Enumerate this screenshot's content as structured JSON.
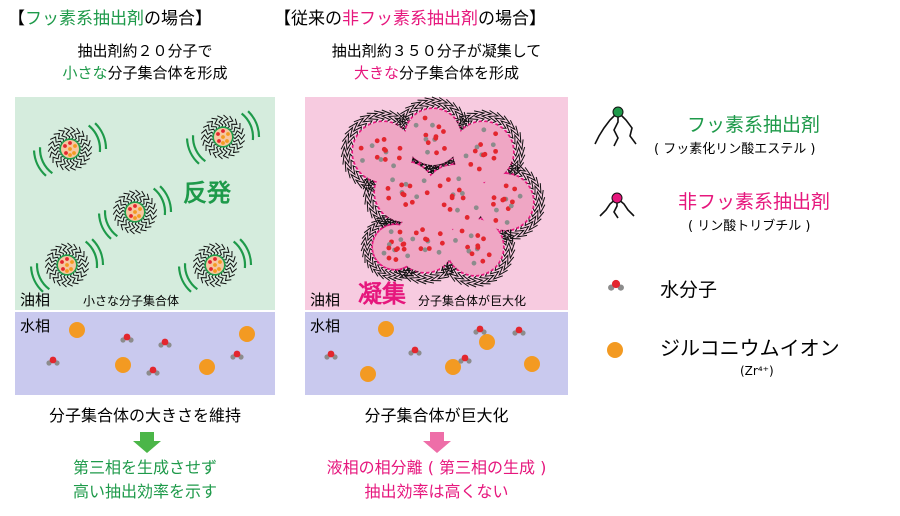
{
  "header": {
    "left": {
      "open": "【",
      "highlight": "フッ素系抽出剤",
      "rest": "の場合】"
    },
    "right": {
      "open": "【従来の",
      "highlight": "非フッ素系抽出剤",
      "rest": "の場合】"
    }
  },
  "left_panel": {
    "subtitle_line1": "抽出剤約２０分子で",
    "subtitle_line2_highlight": "小さな",
    "subtitle_line2_rest": "分子集合体を形成",
    "effect_label": "反発",
    "oil_label": "油相",
    "cluster_label": "小さな分子集合体",
    "water_label": "水相",
    "result": "分子集合体の大きさを維持",
    "outcome_line1": "第三相を生成させず",
    "outcome_line2": "高い抽出効率を示す"
  },
  "right_panel": {
    "subtitle_line1": "抽出剤約３５０分子が凝集して",
    "subtitle_line2_highlight": "大きな",
    "subtitle_line2_rest": "分子集合体を形成",
    "effect_label": "凝集",
    "oil_label": "油相",
    "cluster_label": "分子集合体が巨大化",
    "water_label": "水相",
    "result": "分子集合体が巨大化",
    "outcome_line1": "液相の相分離 ( 第三相の生成 )",
    "outcome_line2": "抽出効率は高くない"
  },
  "legend": {
    "fluoro_title": "フッ素系抽出剤",
    "fluoro_sub": "( フッ素化リン酸エステル )",
    "nonfluoro_title": "非フッ素系抽出剤",
    "nonfluoro_sub": "( リン酸トリブチル )",
    "water": "水分子",
    "zr": "ジルコニウムイオン",
    "zr_formula": "(Zr⁴⁺)"
  },
  "colors": {
    "green": "#1e9a4a",
    "pink": "#e6177d",
    "oil_left": "#d5ecdd",
    "oil_right": "#f7cbe0",
    "water": "#c9c9ee",
    "zr_ion": "#f39a22",
    "water_o": "#e3262e",
    "water_h": "#8c8c8c",
    "arrow_green": "#4bb648",
    "arrow_pink": "#ee6ea8"
  }
}
